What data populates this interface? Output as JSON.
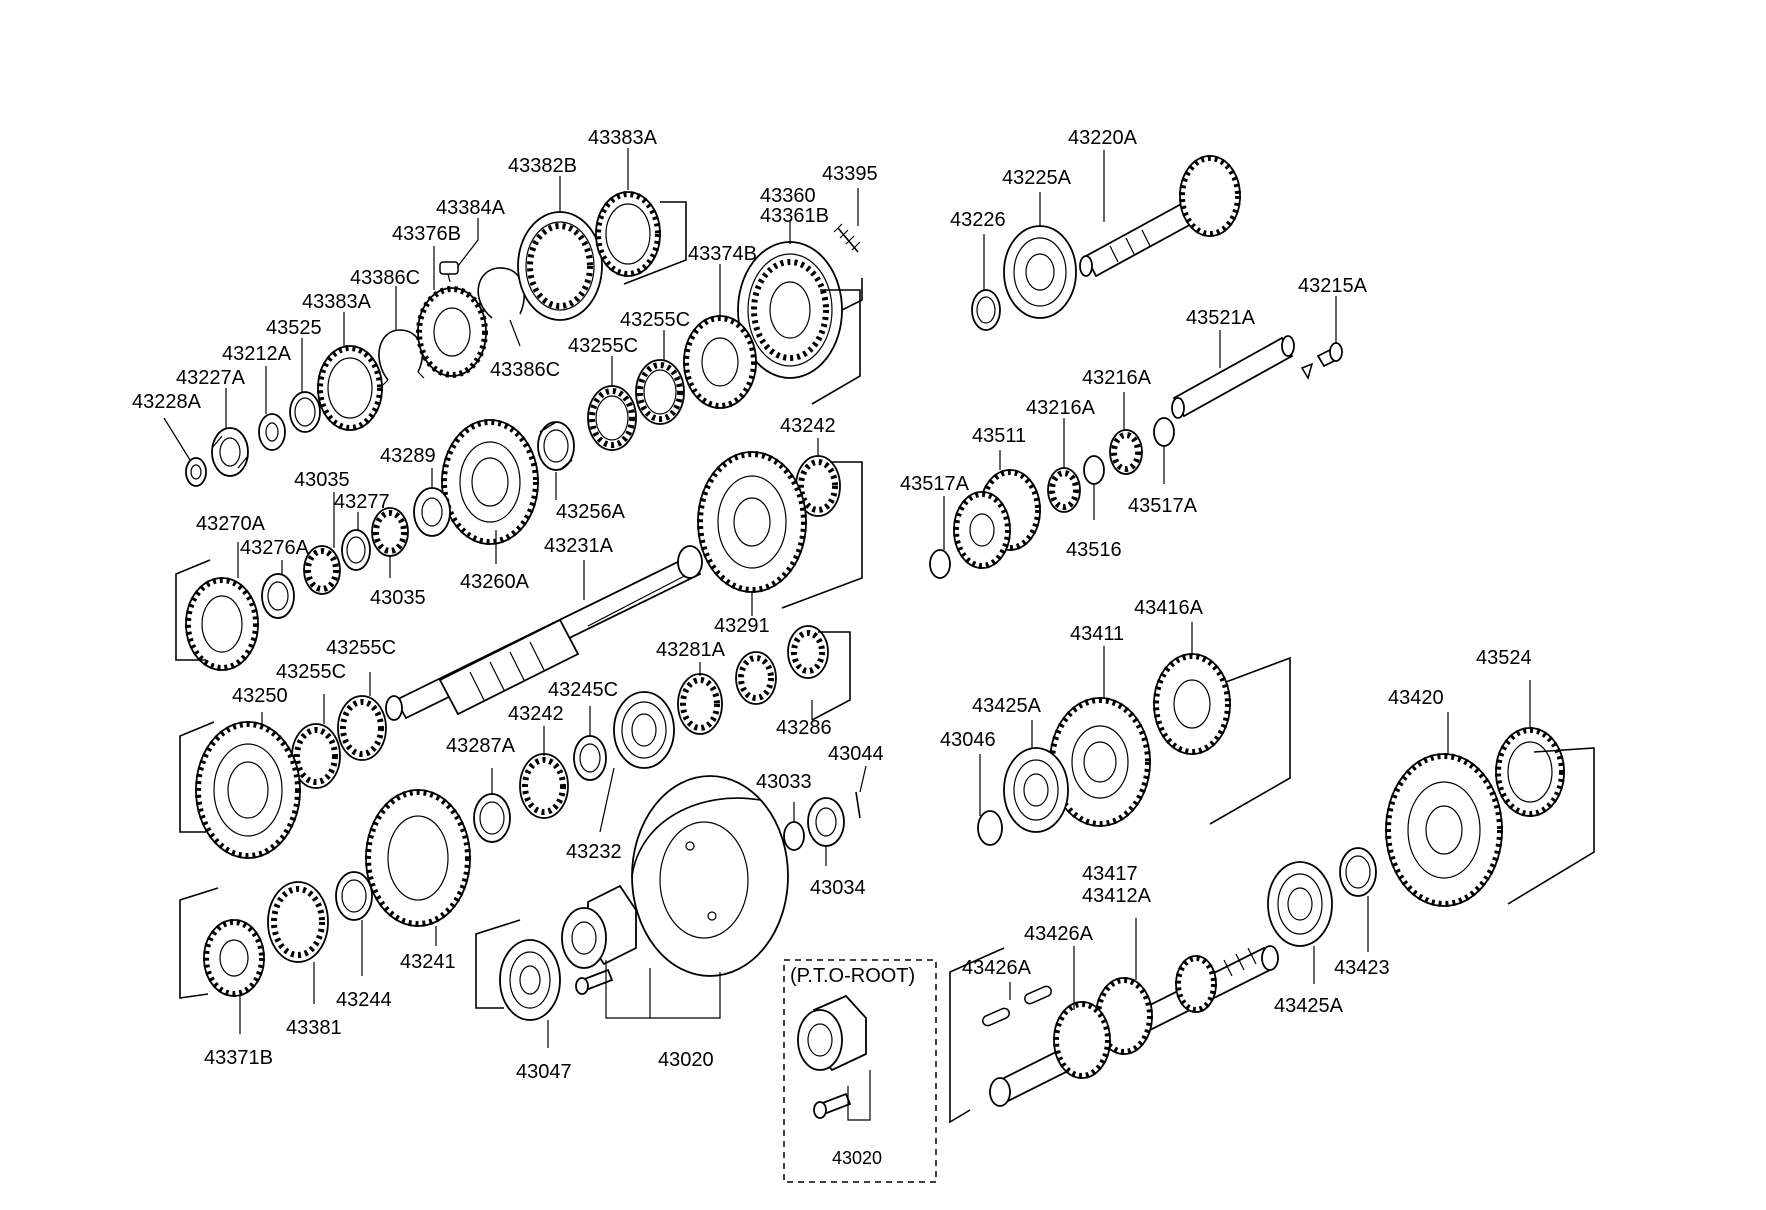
{
  "callouts": {
    "c43383A_top": "43383A",
    "c43382B": "43382B",
    "c43384A": "43384A",
    "c43376B": "43376B",
    "c43386C_top": "43386C",
    "c43383A_left": "43383A",
    "c43525": "43525",
    "c43212A": "43212A",
    "c43227A": "43227A",
    "c43228A": "43228A",
    "c43386C_bottom": "43386C",
    "c43395": "43395",
    "c43360": "43360",
    "c43361B": "43361B",
    "c43374B": "43374B",
    "c43255C_a": "43255C",
    "c43255C_b": "43255C",
    "c43289": "43289",
    "c43035_a": "43035",
    "c43277": "43277",
    "c43270A": "43270A",
    "c43276A": "43276A",
    "c43035_b": "43035",
    "c43260A": "43260A",
    "c43256A": "43256A",
    "c43231A": "43231A",
    "c43242_a": "43242",
    "c43291": "43291",
    "c43255C_c": "43255C",
    "c43255C_d": "43255C",
    "c43250": "43250",
    "c43281A": "43281A",
    "c43245C": "43245C",
    "c43242_b": "43242",
    "c43287A": "43287A",
    "c43286": "43286",
    "c43044": "43044",
    "c43033": "43033",
    "c43232": "43232",
    "c43034": "43034",
    "c43241": "43241",
    "c43244": "43244",
    "c43381": "43381",
    "c43371B": "43371B",
    "c43047": "43047",
    "c43020_a": "43020",
    "pto_title": "(P.T.O-ROOT)",
    "c43020_b": "43020",
    "c43220A": "43220A",
    "c43225A": "43225A",
    "c43226": "43226",
    "c43215A": "43215A",
    "c43521A": "43521A",
    "c43216A_a": "43216A",
    "c43216A_b": "43216A",
    "c43511": "43511",
    "c43517A_a": "43517A",
    "c43517A_b": "43517A",
    "c43516": "43516",
    "c43416A": "43416A",
    "c43411": "43411",
    "c43425A_a": "43425A",
    "c43046": "43046",
    "c43420": "43420",
    "c43524": "43524",
    "c43417": "43417",
    "c43412A": "43412A",
    "c43426A_a": "43426A",
    "c43426A_b": "43426A",
    "c43423": "43423",
    "c43425A_b": "43425A"
  }
}
